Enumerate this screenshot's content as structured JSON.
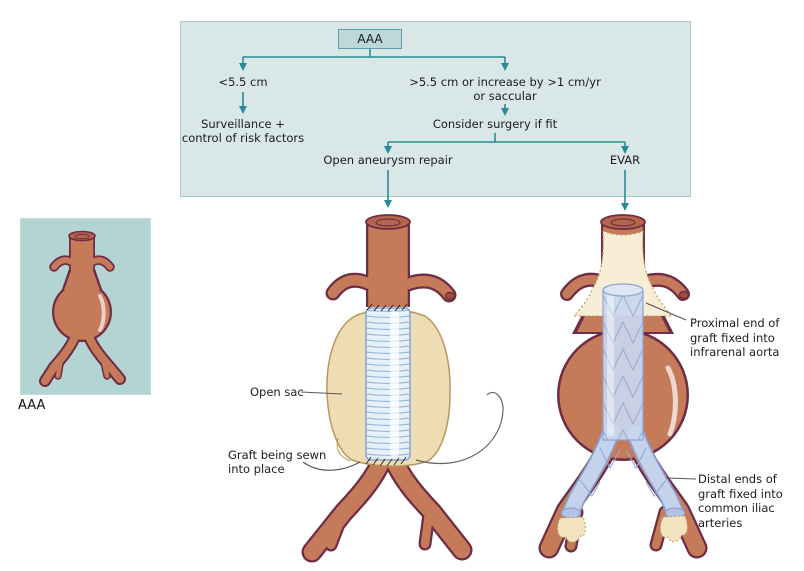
{
  "flowchart": {
    "root_label": "AAA",
    "left_criterion": "<5.5 cm",
    "right_criterion_line1": ">5.5 cm or increase by >1 cm/yr",
    "right_criterion_line2": "or saccular",
    "left_outcome_line1": "Surveillance +",
    "left_outcome_line2": "control of risk factors",
    "right_outcome": "Consider surgery if fit",
    "option_left": "Open aneurysm repair",
    "option_right": "EVAR"
  },
  "inset": {
    "caption": "AAA"
  },
  "open_repair_labels": {
    "open_sac": "Open sac",
    "graft_sewn_line1": "Graft being sewn",
    "graft_sewn_line2": "into place"
  },
  "evar_labels": {
    "proximal_line1": "Proximal end of",
    "proximal_line2": "graft fixed into",
    "proximal_line3": "infrarenal aorta",
    "distal_line1": "Distal ends of",
    "distal_line2": "graft fixed into",
    "distal_line3": "common iliac",
    "distal_line4": "arteries"
  },
  "colors": {
    "panel_bg": "#d9e7e7",
    "panel_border": "#a9c7cb",
    "node_bg": "#bcd8da",
    "node_border": "#5f9fae",
    "arrow_teal": "#2b8a96",
    "inset_bg": "#b3d4d3",
    "artery_fill": "#c57a59",
    "artery_outline": "#6e2d44",
    "graft_blue": "#e7eff9",
    "stent_blue": "#c9d6ee",
    "open_sac_tan": "#eedcb4",
    "cream_interior": "#f6edd4"
  }
}
